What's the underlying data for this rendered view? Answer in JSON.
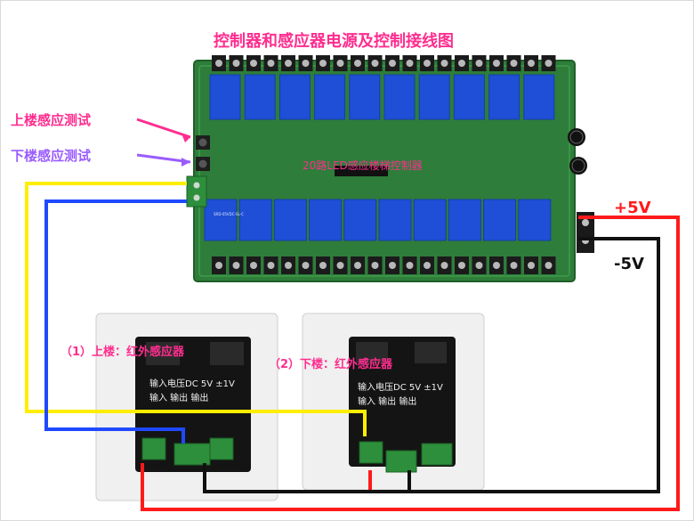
{
  "diagram": {
    "title": "控制器和感应器电源及控制接线图",
    "upper_test_label": "上楼感应测试",
    "lower_test_label": "下楼感应测试",
    "board_label": "20路LED感应楼梯控制器",
    "plus_label": "+5V",
    "minus_label": "-5V",
    "sensor_upper_label": "（1）上楼：红外感应器",
    "sensor_lower_label": "（2）下楼：红外感应器",
    "relay_text": "SRD-05VDC-SL-C",
    "sensor_plate_text_1": "输入电压DC 5V ±1V",
    "sensor_plate_text_2": "输入  输出  输出"
  },
  "colors": {
    "pcb": "#2e7d3a",
    "relay": "#1e4fd6",
    "terminal": "#2d8f3b",
    "wire_yellow": "#ffee00",
    "wire_blue": "#1f49ff",
    "wire_red": "#ff1a1a",
    "wire_black": "#111111",
    "label_pink": "#ff2d8f",
    "label_purple": "#9a5cff"
  }
}
